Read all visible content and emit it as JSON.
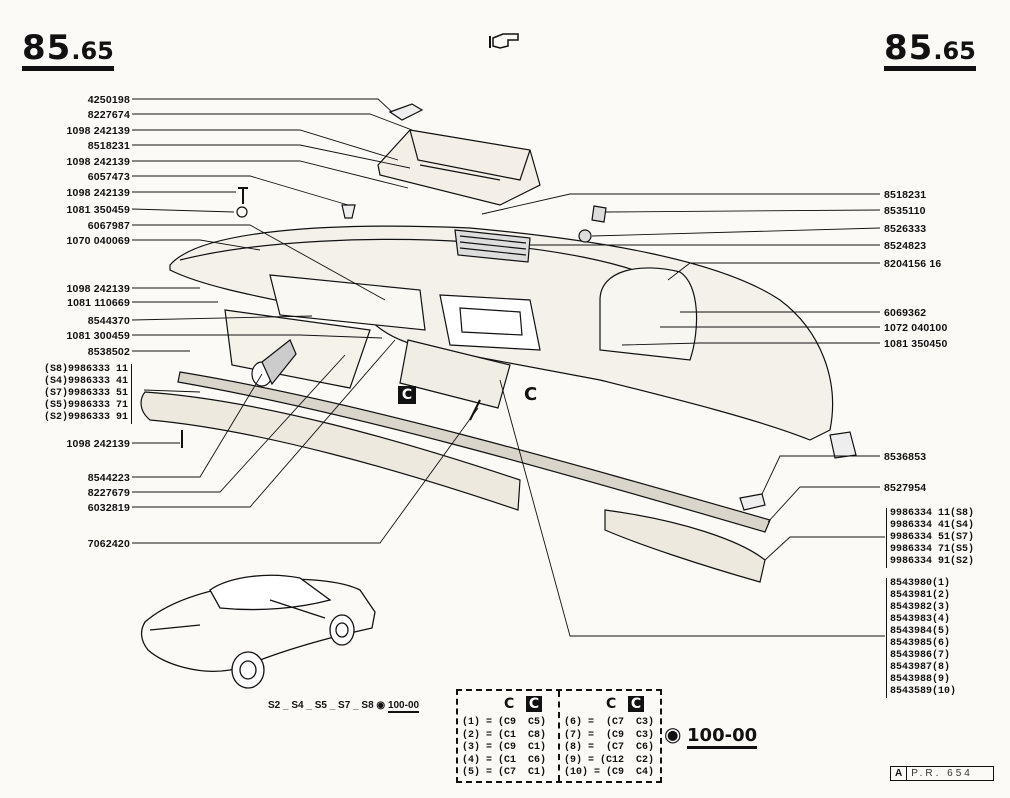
{
  "page_number": {
    "main": "85",
    "sub": ".65"
  },
  "pointer_icon": "hand-pointing-icon",
  "labels_left": [
    {
      "text": "4250198"
    },
    {
      "text": "8227674"
    },
    {
      "text": "1098 242139"
    },
    {
      "text": "8518231"
    },
    {
      "text": "1098 242139"
    },
    {
      "text": "6057473"
    },
    {
      "text": "1098 242139"
    },
    {
      "text": "1081 350459"
    },
    {
      "text": "6067987"
    },
    {
      "text": "1070 040069"
    },
    {
      "text": "1098 242139"
    },
    {
      "text": "1081 110669"
    },
    {
      "text": "8544370"
    },
    {
      "text": "1081 300459"
    },
    {
      "text": "8538502"
    }
  ],
  "group_left": [
    "(S8)9986333 11",
    "(S4)9986333 41",
    "(S7)9986333 51",
    "(S5)9986333 71",
    "(S2)9986333 91"
  ],
  "labels_left_lower": [
    {
      "text": "1098 242139"
    },
    {
      "text": "8544223"
    },
    {
      "text": "8227679"
    },
    {
      "text": "6032819"
    },
    {
      "text": "7062420"
    }
  ],
  "labels_right": [
    {
      "text": "8518231"
    },
    {
      "text": "8535110"
    },
    {
      "text": "8526333"
    },
    {
      "text": "8524823"
    },
    {
      "text": "8204156 16"
    },
    {
      "text": "6069362"
    },
    {
      "text": "1072 040100"
    },
    {
      "text": "1081 350450"
    },
    {
      "text": "8536853"
    },
    {
      "text": "8527954"
    }
  ],
  "group_right_1": [
    "9986334 11(S8)",
    "9986334 41(S4)",
    "9986334 51(S7)",
    "9986334 71(S5)",
    "9986334 91(S2)"
  ],
  "group_right_2": [
    "8543980(1)",
    "8543981(2)",
    "8543982(3)",
    "8543983(4)",
    "8543984(5)",
    "8543985(6)",
    "8543986(7)",
    "8543987(8)",
    "8543988(9)",
    "8543589(10)"
  ],
  "c_marker": "C",
  "variants": {
    "text": "S2 _ S4 _ S5 _ S7 _ S8",
    "icon": "eye-icon",
    "code": "100-00"
  },
  "color_table": {
    "header": "C",
    "left": [
      "(1) = (C9  C5)",
      "(2) = (C1  C8)",
      "(3) = (C9  C1)",
      "(4) = (C1  C6)",
      "(5) = (C7  C1)"
    ],
    "right": [
      "(6) =  (C7  C3)",
      "(7) =  (C9  C3)",
      "(8) =  (C7  C6)",
      "(9) = (C12  C2)",
      "(10) = (C9  C4)"
    ]
  },
  "eye_code": "100-00",
  "footer": {
    "letter": "A",
    "ref": "P.R. 654"
  }
}
